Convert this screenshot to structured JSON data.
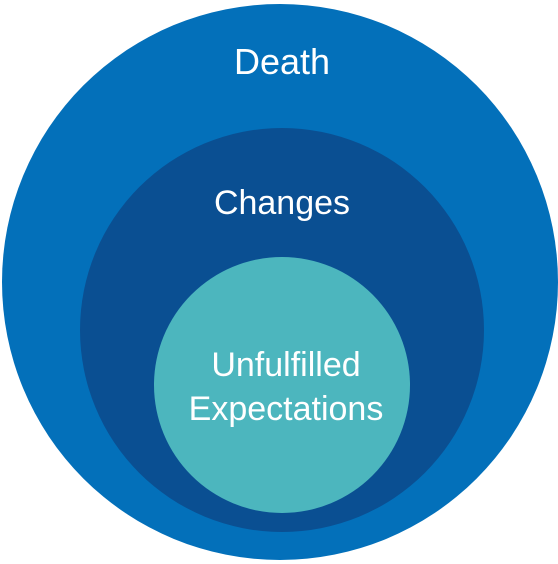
{
  "diagram": {
    "outer": {
      "label": "Death",
      "color": "#0370BA"
    },
    "middle": {
      "label": "Changes",
      "color": "#0A4F92"
    },
    "inner": {
      "label_line1": "Unfulfilled",
      "label_line2": "Expectations",
      "color": "#4CB6BE"
    }
  }
}
